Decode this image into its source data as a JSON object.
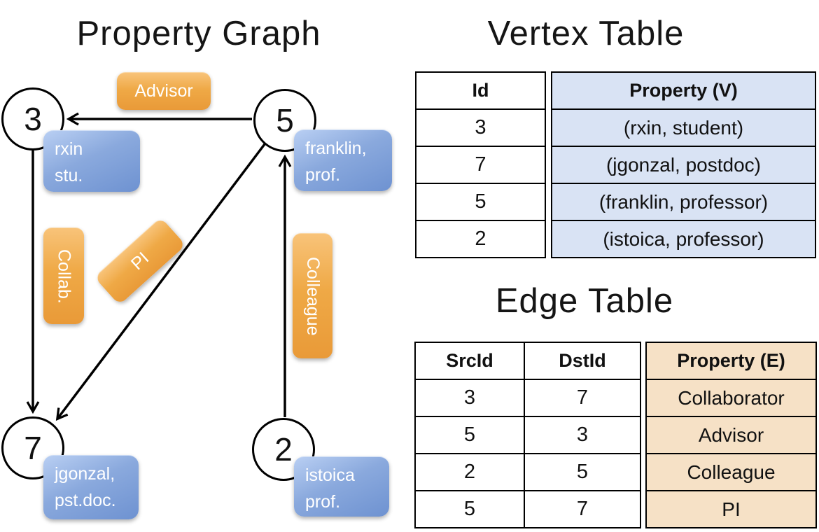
{
  "titles": {
    "graph": "Property Graph",
    "vertex": "Vertex Table",
    "edge": "Edge Table"
  },
  "graph": {
    "nodes": [
      {
        "id": "3",
        "prop1": "rxin",
        "prop2": "stu."
      },
      {
        "id": "5",
        "prop1": "franklin,",
        "prop2": "prof."
      },
      {
        "id": "7",
        "prop1": "jgonzal,",
        "prop2": "pst.doc."
      },
      {
        "id": "2",
        "prop1": "istoica",
        "prop2": "prof."
      }
    ],
    "edge_labels": {
      "advisor": "Advisor",
      "collab": "Collab.",
      "pi": "PI",
      "colleague": "Colleague"
    }
  },
  "vertex_table": {
    "headers": {
      "id": "Id",
      "property": "Property (V)"
    },
    "rows": [
      {
        "id": "3",
        "property": "(rxin, student)"
      },
      {
        "id": "7",
        "property": "(jgonzal, postdoc)"
      },
      {
        "id": "5",
        "property": "(franklin, professor)"
      },
      {
        "id": "2",
        "property": "(istoica, professor)"
      }
    ]
  },
  "edge_table": {
    "headers": {
      "src": "SrcId",
      "dst": "DstId",
      "property": "Property (E)"
    },
    "rows": [
      {
        "src": "3",
        "dst": "7",
        "property": "Collaborator"
      },
      {
        "src": "5",
        "dst": "3",
        "property": "Advisor"
      },
      {
        "src": "2",
        "dst": "5",
        "property": "Colleague"
      },
      {
        "src": "5",
        "dst": "7",
        "property": "PI"
      }
    ]
  },
  "colors": {
    "orange_accent": "#EDA23F",
    "blue_accent": "#7496D3",
    "vertex_cell_bg": "#D9E3F4",
    "edge_cell_bg": "#F6E1C6"
  }
}
